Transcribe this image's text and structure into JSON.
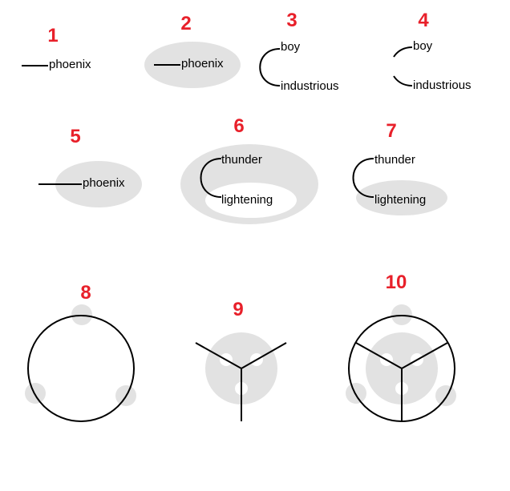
{
  "panels": [
    {
      "number": "1",
      "words": [
        "phoenix"
      ]
    },
    {
      "number": "2",
      "words": [
        "phoenix"
      ]
    },
    {
      "number": "3",
      "words": [
        "boy",
        "industrious"
      ]
    },
    {
      "number": "4",
      "words": [
        "boy",
        "industrious"
      ]
    },
    {
      "number": "5",
      "words": [
        "phoenix"
      ]
    },
    {
      "number": "6",
      "words": [
        "thunder",
        "lightening"
      ]
    },
    {
      "number": "7",
      "words": [
        "thunder",
        "lightening"
      ]
    },
    {
      "number": "8",
      "words": []
    },
    {
      "number": "9",
      "words": []
    },
    {
      "number": "10",
      "words": []
    }
  ],
  "colors": {
    "number_text": "#e8202a",
    "shading": "#e2e2e2",
    "line": "#000000",
    "background": "#ffffff"
  }
}
